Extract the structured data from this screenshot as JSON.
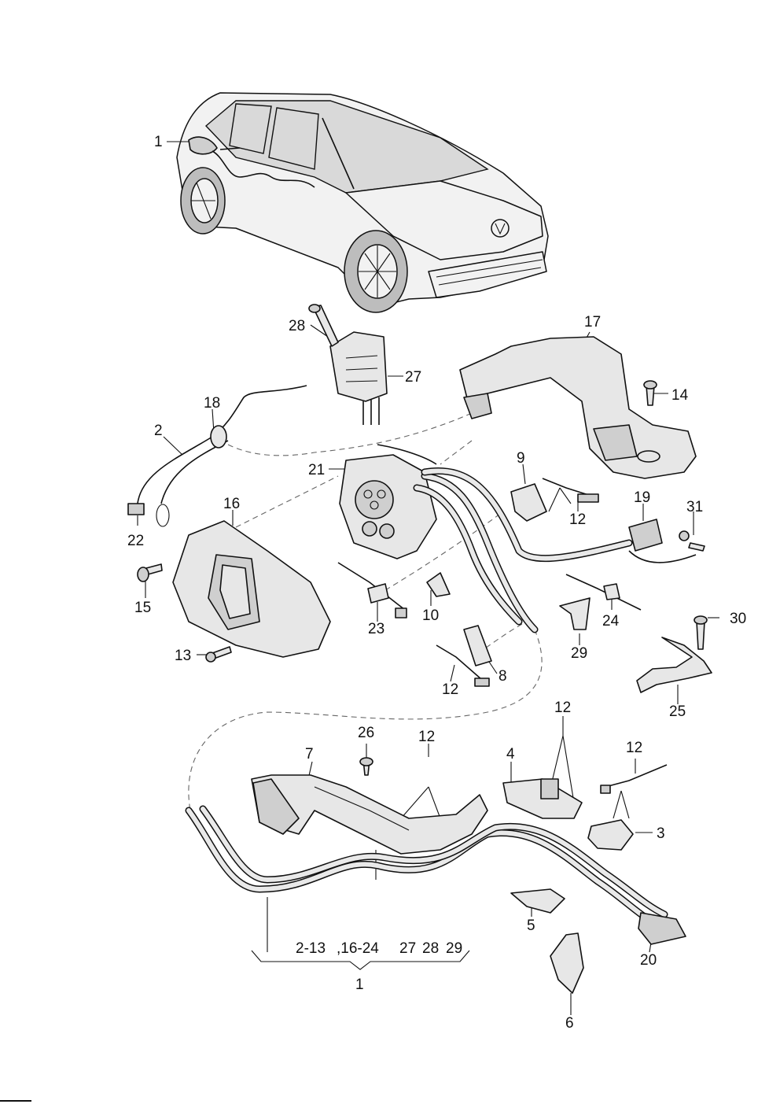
{
  "callouts": {
    "c1": "1",
    "c2": "2",
    "c3": "3",
    "c4": "4",
    "c5": "5",
    "c6": "6",
    "c7": "7",
    "c8": "8",
    "c9": "9",
    "c10": "10",
    "c12a": "12",
    "c12b": "12",
    "c12c": "12",
    "c12d": "12",
    "c12e": "12",
    "c13": "13",
    "c14": "14",
    "c15": "15",
    "c16": "16",
    "c17": "17",
    "c18": "18",
    "c19": "19",
    "c20": "20",
    "c21": "21",
    "c22": "22",
    "c23": "23",
    "c24": "24",
    "c25": "25",
    "c26": "26",
    "c27": "27",
    "c28": "28",
    "c29": "29",
    "c30": "30",
    "c31": "31"
  },
  "bracket": {
    "range_a": "2-13",
    "range_b": ",16-24",
    "item_27": "27",
    "item_28": "28",
    "item_29": "29",
    "total": "1"
  }
}
